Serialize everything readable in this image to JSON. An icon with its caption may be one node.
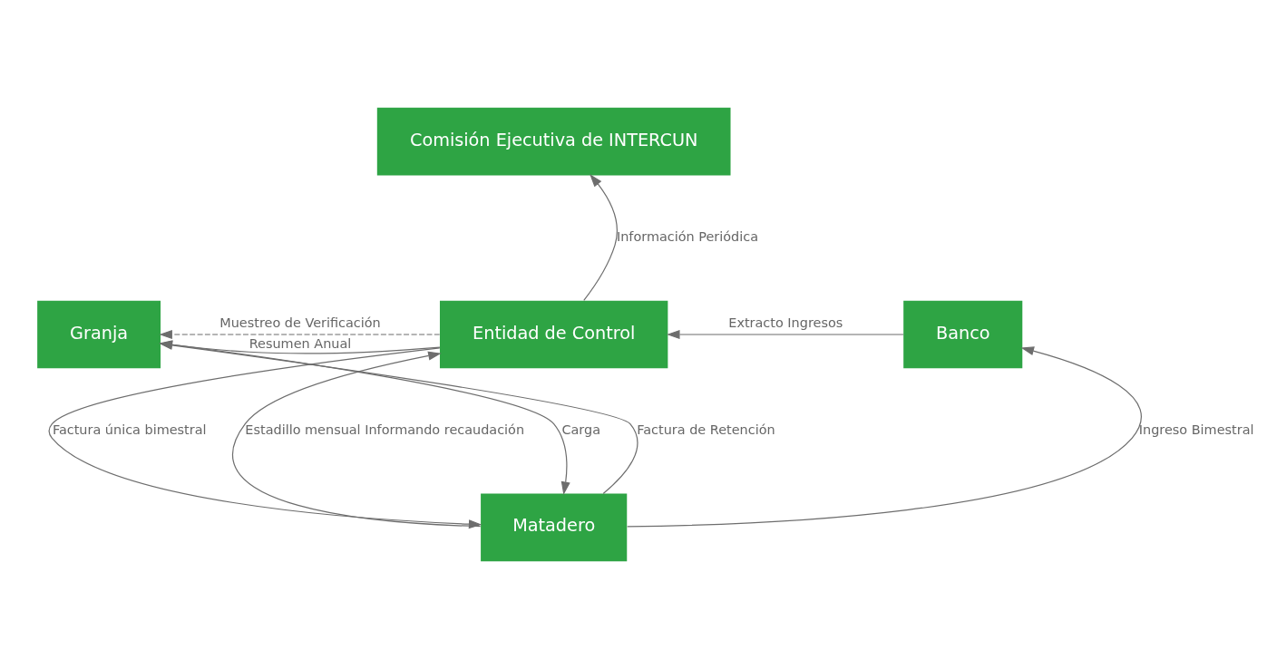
{
  "diagram": {
    "nodes": [
      {
        "text": [
          "Comisión Ejecutiva de INTERCUN"
        ]
      },
      {
        "text": [
          "Entidad de Control"
        ]
      },
      {
        "text": [
          "Granja"
        ]
      },
      {
        "text": [
          "Banco"
        ]
      },
      {
        "text": [
          "Matadero"
        ]
      }
    ],
    "edges": [
      {
        "from": 1,
        "to": 0,
        "arrow": "to",
        "label": "Información Periódica"
      },
      {
        "from": 3,
        "to": 1,
        "arrow": "to",
        "label": "Extracto Ingresos"
      },
      {
        "from": 1,
        "to": 2,
        "arrow": "to",
        "label": "Resumen Anual"
      },
      {
        "from": 1,
        "to": 2,
        "arrow": "to",
        "label": "Muestreo de Verificación",
        "style": "dashed"
      },
      {
        "from": 4,
        "to": 1,
        "arrow": "to",
        "label": "Estadillo mensual Informando recaudación"
      },
      {
        "from": 1,
        "to": 4,
        "arrow": "to",
        "label": "Factura única bimestral"
      },
      {
        "from": 2,
        "to": 4,
        "arrow": "to",
        "label": "Carga"
      },
      {
        "from": 4,
        "to": 2,
        "arrow": "to",
        "label": "Factura de Retención"
      },
      {
        "from": 4,
        "to": 3,
        "arrow": "to",
        "label": "Ingreso Bimestral"
      }
    ]
  }
}
